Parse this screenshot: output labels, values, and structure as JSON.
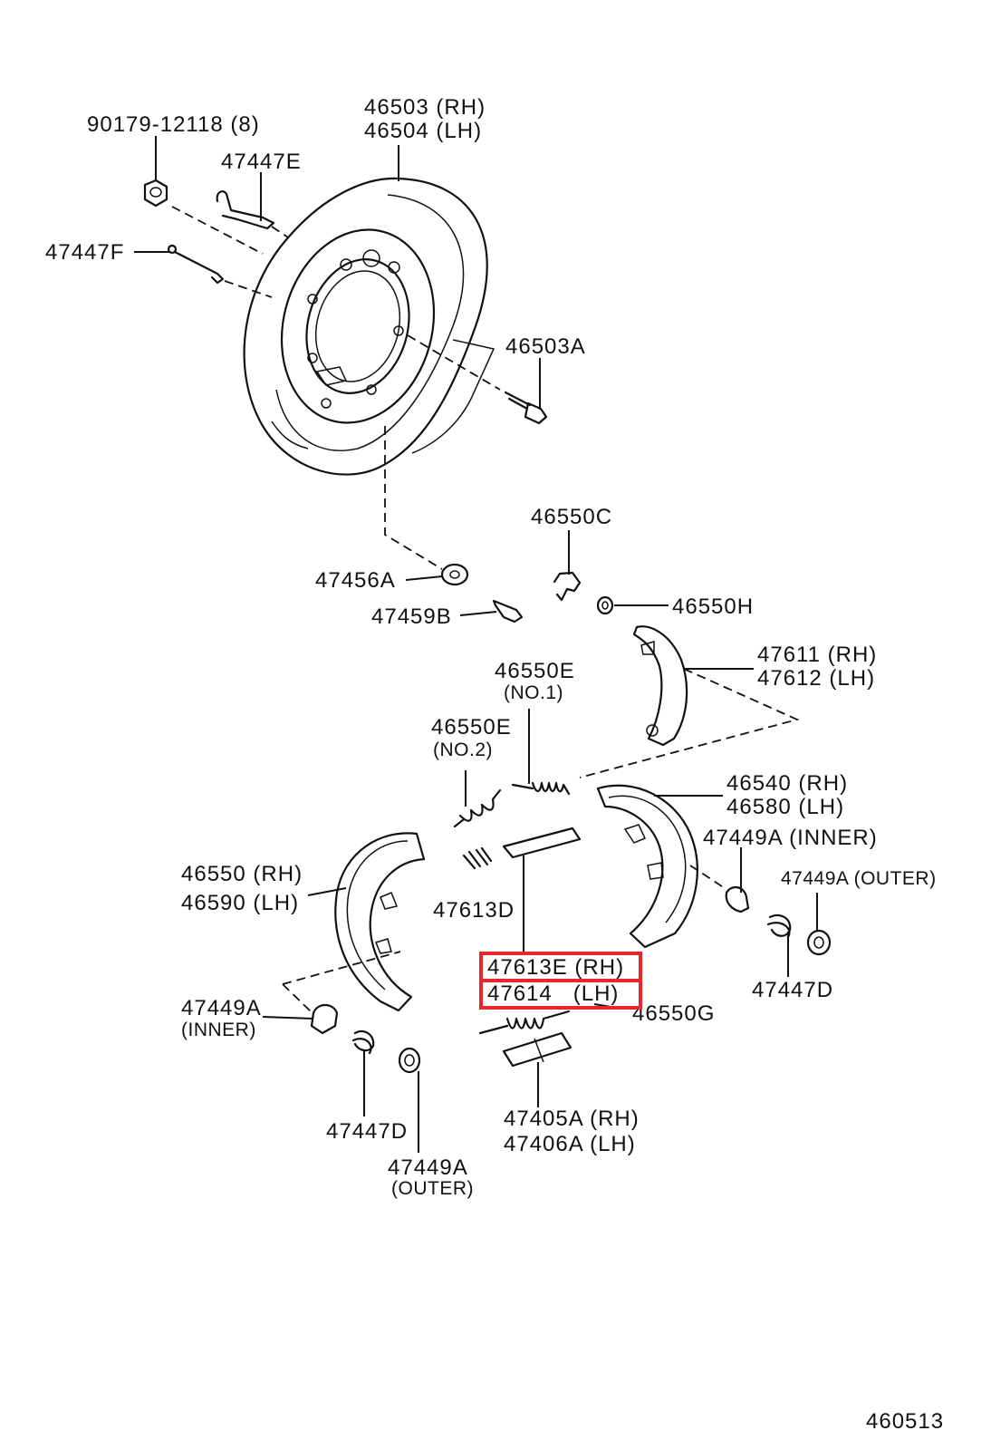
{
  "highlight_color": "#e8262b",
  "labels": {
    "p90179": "90179-12118 (8)",
    "p46503": "46503 (RH)",
    "p46504": "46504 (LH)",
    "p47447E": "47447E",
    "p47447F": "47447F",
    "p46503A": "46503A",
    "p46550C": "46550C",
    "p47456A": "47456A",
    "p46550H": "46550H",
    "p47459B": "47459B",
    "p47611": "47611 (RH)",
    "p47612": "47612 (LH)",
    "p46550E_1": "46550E",
    "p46550E_1_note": "(NO.1)",
    "p46550E_2": "46550E",
    "p46550E_2_note": "(NO.2)",
    "p46540": "46540 (RH)",
    "p46580": "46580 (LH)",
    "p47449A_inner_r": "47449A (INNER)",
    "p46550": "46550 (RH)",
    "p46590": "46590 (LH)",
    "p47449A_outer_r": "47449A (OUTER)",
    "p47613D": "47613D",
    "p47613E": "47613E (RH)",
    "p47614": "47614   (LH)",
    "p47447D_r": "47447D",
    "p46550G": "46550G",
    "p47449A_inner_l": "47449A",
    "p47449A_inner_l_note": "(INNER)",
    "p47447D_l": "47447D",
    "p47405A": "47405A (RH)",
    "p47406A": "47406A (LH)",
    "p47449A_outer_l": "47449A",
    "p47449A_outer_l_note": "(OUTER)",
    "diagram_code": "460513"
  }
}
